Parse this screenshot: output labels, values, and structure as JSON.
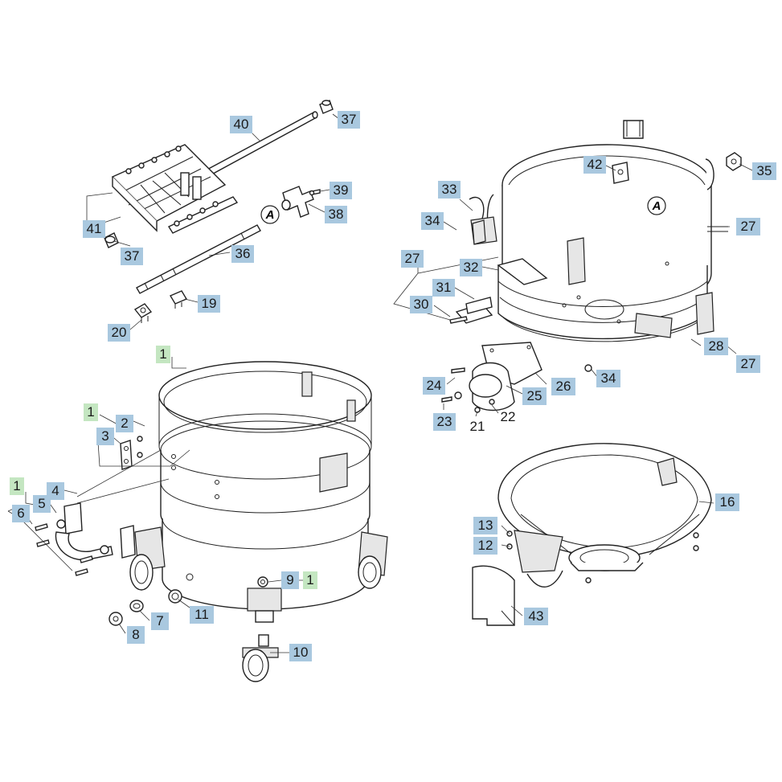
{
  "diagram": {
    "labels": [
      {
        "id": "l40",
        "text": "40",
        "color": "blue"
      },
      {
        "id": "l37a",
        "text": "37",
        "color": "blue"
      },
      {
        "id": "l39",
        "text": "39",
        "color": "blue"
      },
      {
        "id": "l38",
        "text": "38",
        "color": "blue"
      },
      {
        "id": "l41",
        "text": "41",
        "color": "blue"
      },
      {
        "id": "l37b",
        "text": "37",
        "color": "blue"
      },
      {
        "id": "l36",
        "text": "36",
        "color": "blue"
      },
      {
        "id": "l19",
        "text": "19",
        "color": "blue"
      },
      {
        "id": "l20",
        "text": "20",
        "color": "blue"
      },
      {
        "id": "l1a",
        "text": "1",
        "color": "green"
      },
      {
        "id": "l1b",
        "text": "1",
        "color": "green"
      },
      {
        "id": "l2",
        "text": "2",
        "color": "blue"
      },
      {
        "id": "l3",
        "text": "3",
        "color": "blue"
      },
      {
        "id": "l1c",
        "text": "1",
        "color": "green"
      },
      {
        "id": "l4",
        "text": "4",
        "color": "blue"
      },
      {
        "id": "l5",
        "text": "5",
        "color": "blue"
      },
      {
        "id": "l6",
        "text": "6",
        "color": "blue"
      },
      {
        "id": "l9",
        "text": "9",
        "color": "blue"
      },
      {
        "id": "l1d",
        "text": "1",
        "color": "green"
      },
      {
        "id": "l11",
        "text": "11",
        "color": "blue"
      },
      {
        "id": "l7",
        "text": "7",
        "color": "blue"
      },
      {
        "id": "l8",
        "text": "8",
        "color": "blue"
      },
      {
        "id": "l10",
        "text": "10",
        "color": "blue"
      },
      {
        "id": "l42",
        "text": "42",
        "color": "blue"
      },
      {
        "id": "l35",
        "text": "35",
        "color": "blue"
      },
      {
        "id": "l33",
        "text": "33",
        "color": "blue"
      },
      {
        "id": "l34a",
        "text": "34",
        "color": "blue"
      },
      {
        "id": "l27a",
        "text": "27",
        "color": "blue"
      },
      {
        "id": "l27b",
        "text": "27",
        "color": "blue"
      },
      {
        "id": "l32",
        "text": "32",
        "color": "blue"
      },
      {
        "id": "l31",
        "text": "31",
        "color": "blue"
      },
      {
        "id": "l30",
        "text": "30",
        "color": "blue"
      },
      {
        "id": "l28",
        "text": "28",
        "color": "blue"
      },
      {
        "id": "l27c",
        "text": "27",
        "color": "blue"
      },
      {
        "id": "l24",
        "text": "24",
        "color": "blue"
      },
      {
        "id": "l26",
        "text": "26",
        "color": "blue"
      },
      {
        "id": "l34b",
        "text": "34",
        "color": "blue"
      },
      {
        "id": "l25",
        "text": "25",
        "color": "blue"
      },
      {
        "id": "l23",
        "text": "23",
        "color": "blue"
      },
      {
        "id": "l21",
        "text": "21",
        "color": "none"
      },
      {
        "id": "l22",
        "text": "22",
        "color": "none"
      },
      {
        "id": "l16",
        "text": "16",
        "color": "blue"
      },
      {
        "id": "l13",
        "text": "13",
        "color": "blue"
      },
      {
        "id": "l12",
        "text": "12",
        "color": "blue"
      },
      {
        "id": "l43",
        "text": "43",
        "color": "blue"
      }
    ],
    "markers": [
      {
        "id": "mA1",
        "text": "A"
      },
      {
        "id": "mA2",
        "text": "A"
      }
    ]
  }
}
